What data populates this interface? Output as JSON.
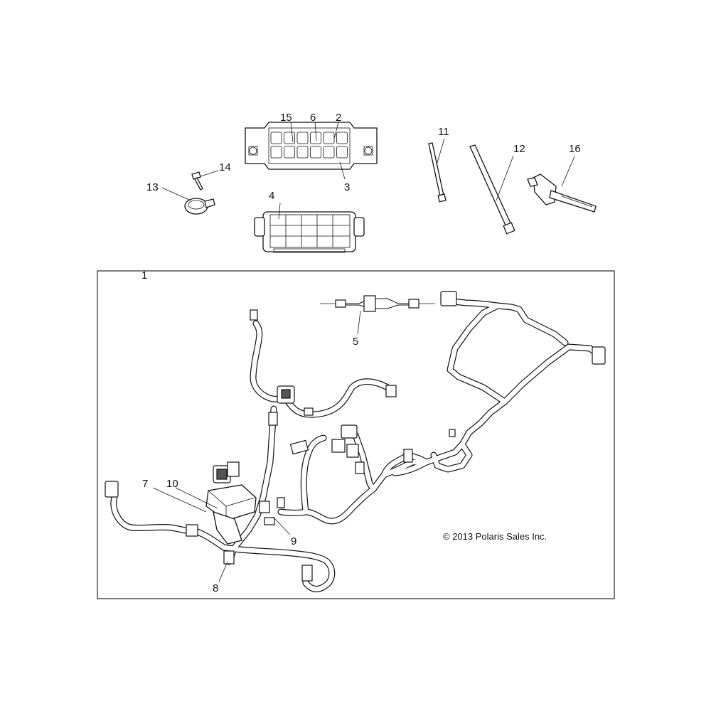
{
  "callouts": [
    {
      "id": "1",
      "label": "1"
    },
    {
      "id": "2",
      "label": "2"
    },
    {
      "id": "3",
      "label": "3"
    },
    {
      "id": "4",
      "label": "4"
    },
    {
      "id": "5",
      "label": "5"
    },
    {
      "id": "6",
      "label": "6"
    },
    {
      "id": "7",
      "label": "7"
    },
    {
      "id": "8",
      "label": "8"
    },
    {
      "id": "9",
      "label": "9"
    },
    {
      "id": "10",
      "label": "10"
    },
    {
      "id": "11",
      "label": "11"
    },
    {
      "id": "12",
      "label": "12"
    },
    {
      "id": "13",
      "label": "13"
    },
    {
      "id": "14",
      "label": "14"
    },
    {
      "id": "15",
      "label": "15"
    },
    {
      "id": "16",
      "label": "16"
    }
  ],
  "copyright": "© 2013 Polaris Sales Inc.",
  "colors": {
    "line": "#111111",
    "background": "#ffffff"
  }
}
